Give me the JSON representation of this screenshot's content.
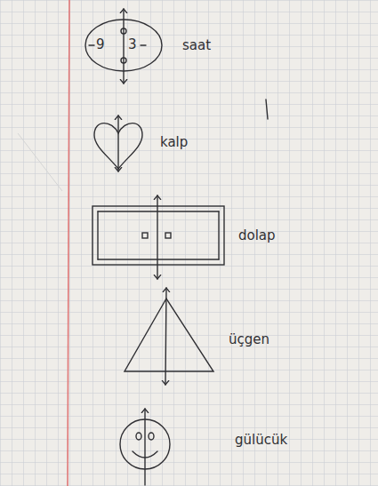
{
  "diagram": {
    "nodes": [
      {
        "text": [
          "9",
          "3"
        ]
      }
    ],
    "labels": [
      "saat",
      "kalp",
      "dolap",
      "üçgen",
      "gülücük"
    ]
  }
}
